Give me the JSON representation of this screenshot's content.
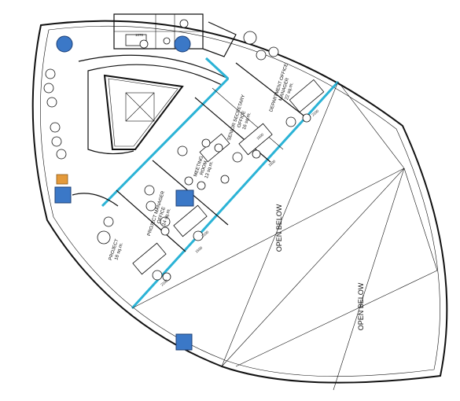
{
  "rooms": {
    "open_below_1": "OPEN BELOW",
    "open_below_2": "OPEN BELOW",
    "dept_office": [
      "DEPARTMENT OFFICE",
      "MANAGER",
      "22 sq.m."
    ],
    "senior_secretary": [
      "SENIOR SECRETARY",
      "OFFICE",
      "16 sq.m."
    ],
    "meeting_room": [
      "MEETING",
      "ROOM",
      "13 sq.m."
    ],
    "project_manager_office": [
      "PROJECT MANAGER",
      "OFFICE",
      "14 sq.m."
    ],
    "project_room": [
      "PROJECT",
      "18 sq.m."
    ]
  },
  "dimensions": {
    "d1": "2100",
    "d2": "1500",
    "d3": "2100",
    "d4": "1500",
    "d5": "2100",
    "d6": "1500"
  },
  "colors": {
    "glass_wall": "#2bb3d6",
    "column": "#3b78c7",
    "furniture_accent": "#e49a3a"
  }
}
